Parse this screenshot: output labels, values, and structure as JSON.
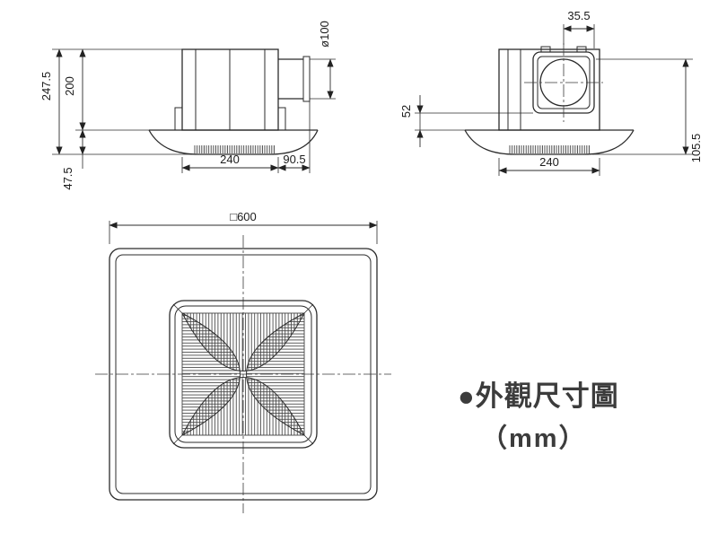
{
  "caption": {
    "title": "●外觀尺寸圖",
    "unit": "（mm）"
  },
  "side_view": {
    "total_height": "247.5",
    "body_height": "200",
    "panel_height": "47.5",
    "body_width": "240",
    "duct_extension": "90.5",
    "duct_diameter": "ø100"
  },
  "front_view": {
    "duct_offset": "35.5",
    "flange_depth": "52",
    "body_width": "240",
    "overall_depth": "105.5"
  },
  "plan_view": {
    "panel_size": "□600"
  },
  "colors": {
    "line": "#2b2b2b",
    "text": "#1c1c1c",
    "caption": "#3c3c3c",
    "background": "#ffffff"
  }
}
